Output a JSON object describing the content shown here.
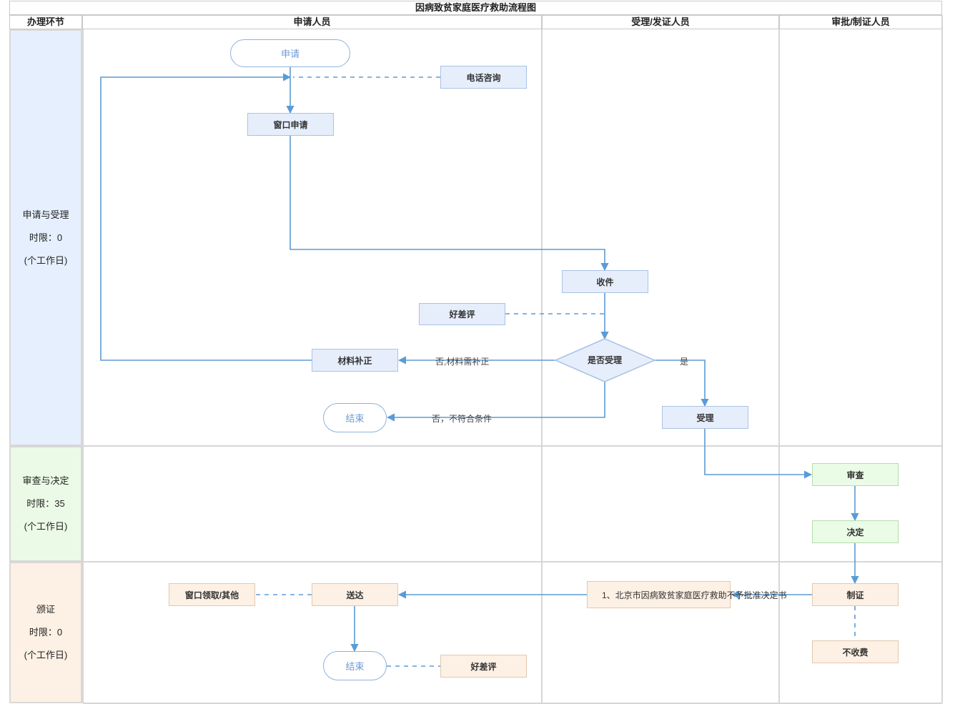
{
  "title": "因病致贫家庭医疗救助流程图",
  "headers": {
    "stage": "办理环节",
    "applicant": "申请人员",
    "acceptor": "受理/发证人员",
    "approver": "审批/制证人员"
  },
  "stages": [
    {
      "name": "申请与受理",
      "limit": "时限：0",
      "unit": "(个工作日)",
      "color": "#e6effd"
    },
    {
      "name": "审查与决定",
      "limit": "时限：35",
      "unit": "(个工作日)",
      "color": "#ebfae6"
    },
    {
      "name": "颁证",
      "limit": "时限：0",
      "unit": "(个工作日)",
      "color": "#fdf0e4"
    }
  ],
  "nodes": {
    "apply": "申请",
    "phone": "电话咨询",
    "window_apply": "窗口申请",
    "receive": "收件",
    "rating1": "好差评",
    "decision": "是否受理",
    "supplement": "材料补正",
    "end1": "结束",
    "accept": "受理",
    "review": "审查",
    "decide": "决定",
    "make": "制证",
    "nofee": "不收费",
    "doc": "1、北京市因病致贫家庭医疗救助不予批准决定书",
    "deliver": "送达",
    "pickup": "窗口领取/其他",
    "end2": "结束",
    "rating2": "好差评"
  },
  "edge_labels": {
    "need_supplement": "否,材料需补正",
    "not_qualified": "否，不符合条件",
    "yes": "是"
  },
  "colors": {
    "line": "#5b9bd5",
    "stage1": "#e6effd",
    "stage2": "#ebfae6",
    "stage3": "#fdf0e4"
  }
}
